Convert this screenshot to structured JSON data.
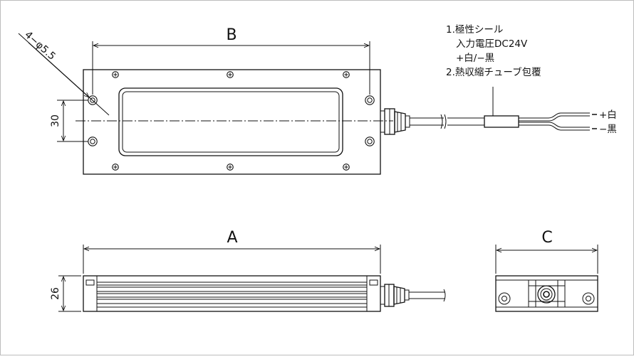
{
  "dimensions": {
    "a": "A",
    "b": "B",
    "c": "C",
    "hole_width": "30",
    "height": "26",
    "holes": "4−φ5.5"
  },
  "notes": {
    "line1": "1.極性シール",
    "line2": "入力電圧DC24V",
    "line3": "+白/−黒",
    "line4": "2.熱収縮チューブ包覆"
  },
  "wires": {
    "positive": "+白",
    "negative": "−黒"
  }
}
